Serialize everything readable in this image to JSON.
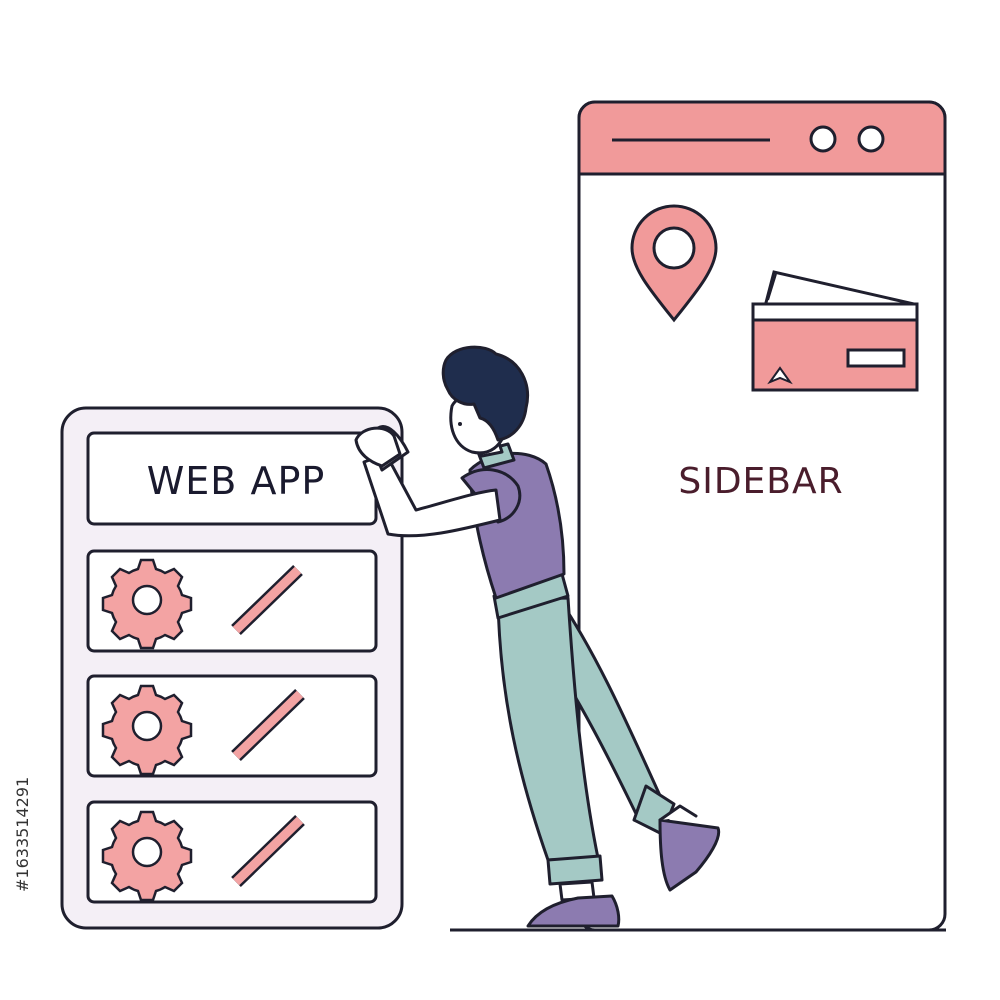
{
  "web_app": {
    "title": "WEB APP",
    "rows": [
      {
        "icon": "gear-icon"
      },
      {
        "icon": "gear-icon"
      },
      {
        "icon": "gear-icon"
      }
    ]
  },
  "sidebar": {
    "title": "SIDEBAR",
    "window_dots": 2,
    "icons": [
      "location-pin-icon",
      "credit-card-icon"
    ]
  },
  "person": {
    "description_icon": "person-pushing-figure"
  },
  "watermark": {
    "stock_id": "#1633514291"
  },
  "colors": {
    "accent_pink": "#f19a9a",
    "gear_pink": "#f3a3a3",
    "panel_bg": "#f4eff6",
    "outline": "#1f1f2e",
    "shirt_purple": "#8c7bb0",
    "pants_teal": "#a4c9c5",
    "hair_navy": "#1f2d4d",
    "sidebar_text": "#4a1d2c"
  }
}
